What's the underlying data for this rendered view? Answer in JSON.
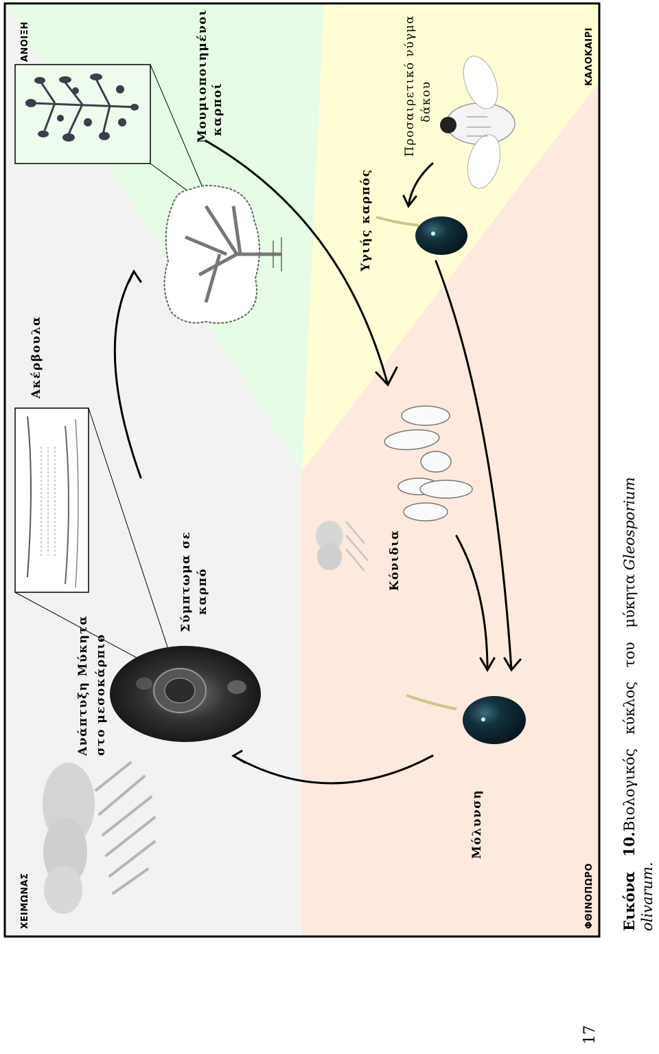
{
  "seasons": {
    "spring": "ΑΝΟΙΞΗ",
    "summer": "ΚΑΛΟΚΑΙΡΙ",
    "autumn": "ΦΘΙΝΟΠΩΡΟ",
    "winter": "ΧΕΙΜΩΝΑΣ"
  },
  "labels": {
    "mummified_1": "Μουμιοποιημένοι",
    "mummified_2": "καρποί",
    "fly_1": "Προσαιρετικό νύγμα",
    "fly_2": "δάκου",
    "healthy_fruit": "Υγιής καρπός",
    "acervulus": "Ακέρβουλα",
    "conidia": "Κόνιδια",
    "infection": "Μόλυνση",
    "symptom_1": "Σύμπτωμα σε",
    "symptom_2": "καρπό",
    "development_1": "Ανάπτυξη Μύκητα",
    "development_2": "στο μεσοκάρπιο"
  },
  "caption": {
    "figure_label": "Εικόνα   10.",
    "text": "Βιολογικός κύκλος του μύκητα",
    "genus": "Gleosporium",
    "species": "olivarum."
  },
  "page_number": "17",
  "colors": {
    "spring": "#e6fce6",
    "summer": "#fefdd4",
    "autumn": "#fde9dd",
    "winter": "#f2f2f2",
    "olive": "#0e2a33"
  }
}
